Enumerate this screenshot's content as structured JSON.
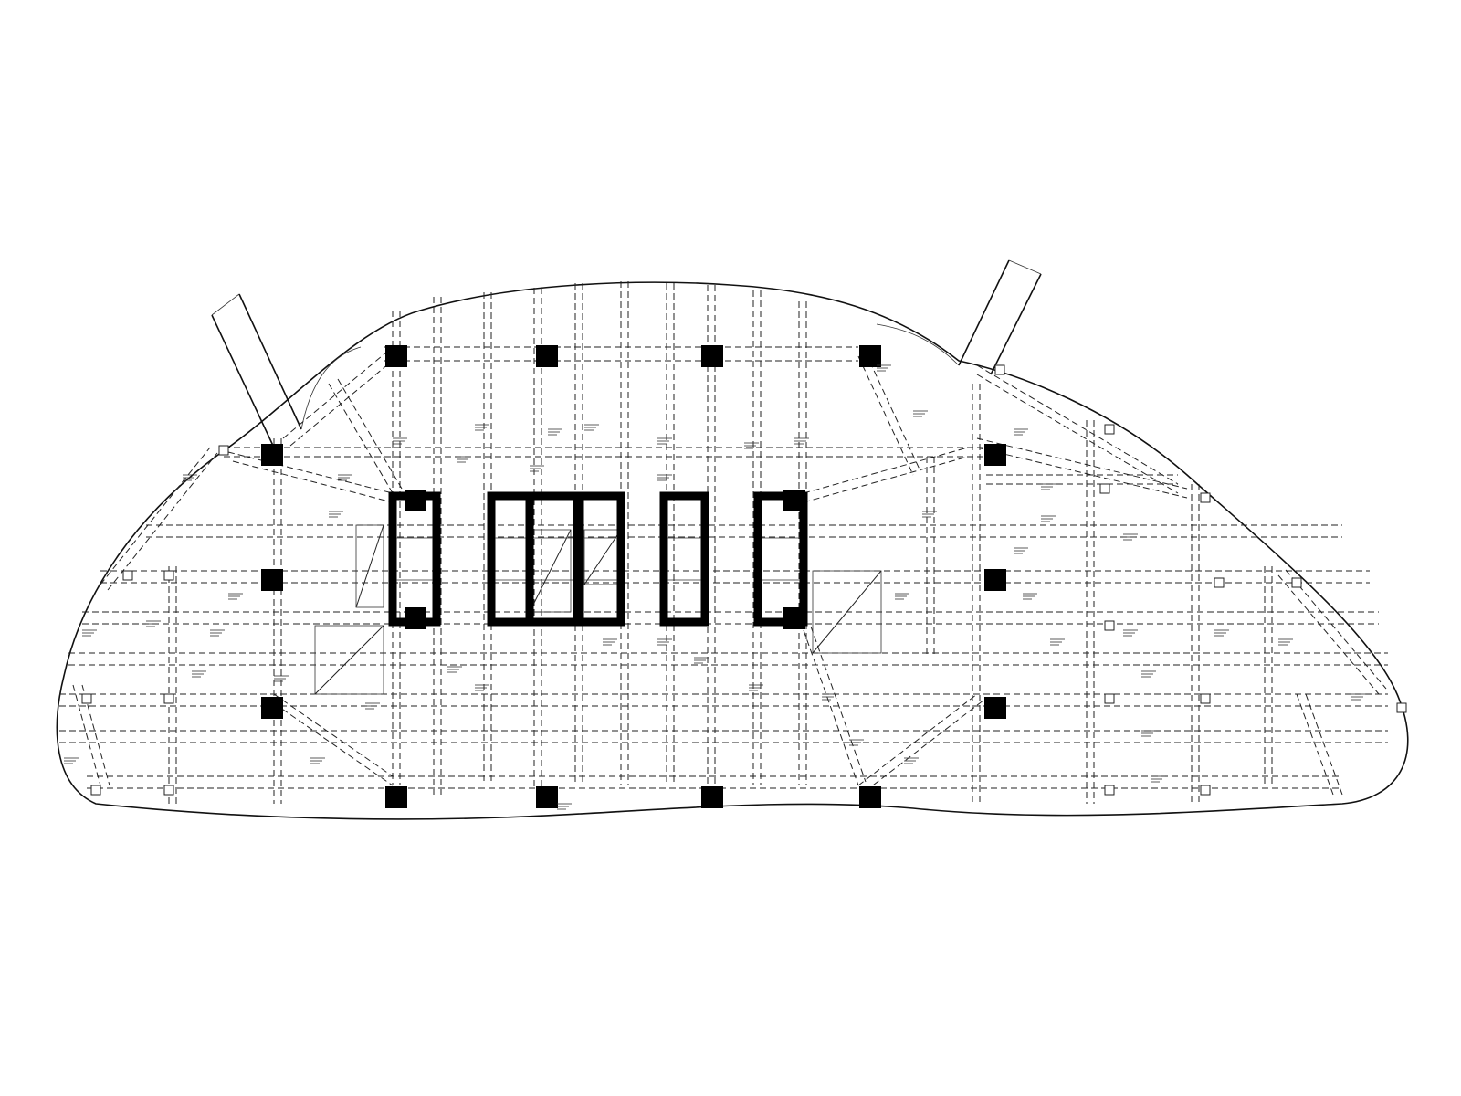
{
  "drawing": {
    "type": "structural-floor-framing-plan",
    "line_color": "#000000",
    "background_color": "#ffffff",
    "core_count": 6,
    "main_column_count": 18,
    "labels_legible": false
  }
}
